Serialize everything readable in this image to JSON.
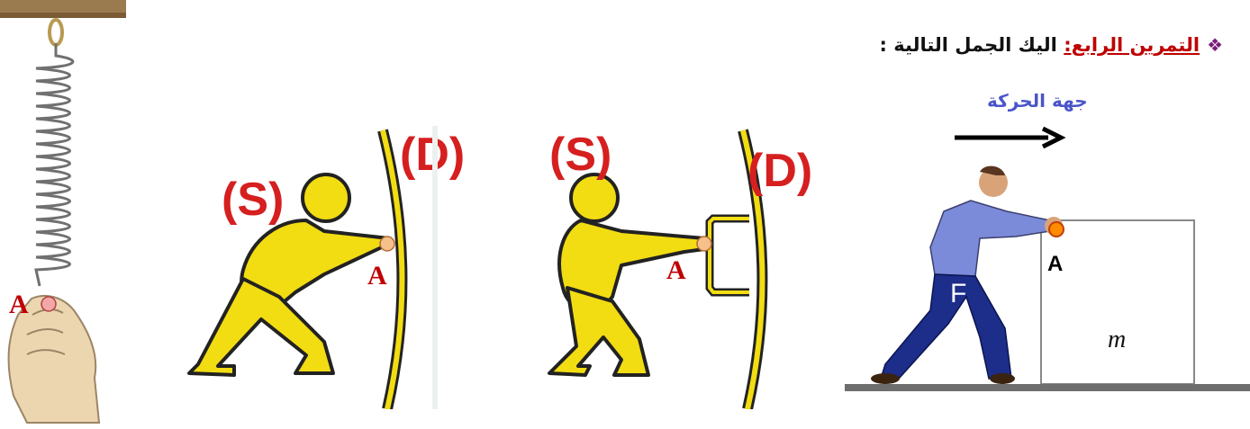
{
  "header": {
    "bullet": "❖",
    "title": "التمرين الرابع:",
    "text": " اليك الجمل التالية :"
  },
  "figure_spring": {
    "point_label": "A"
  },
  "figure_push_wall": {
    "system_label": "(S)",
    "wall_label": "(D)",
    "point_label": "A"
  },
  "figure_pull_door": {
    "system_label": "(S)",
    "wall_label": "(D)",
    "point_label": "A"
  },
  "figure_push_box": {
    "direction_label": "جهة الحركة",
    "force_label": "F",
    "point_label": "A",
    "mass_label": "m"
  },
  "colors": {
    "figure_yellow": "#f2dc12",
    "label_red": "#d61f1f",
    "point_color": "#f6c08a",
    "shirt": "#7b8bd9",
    "pants": "#1c2d8a"
  }
}
